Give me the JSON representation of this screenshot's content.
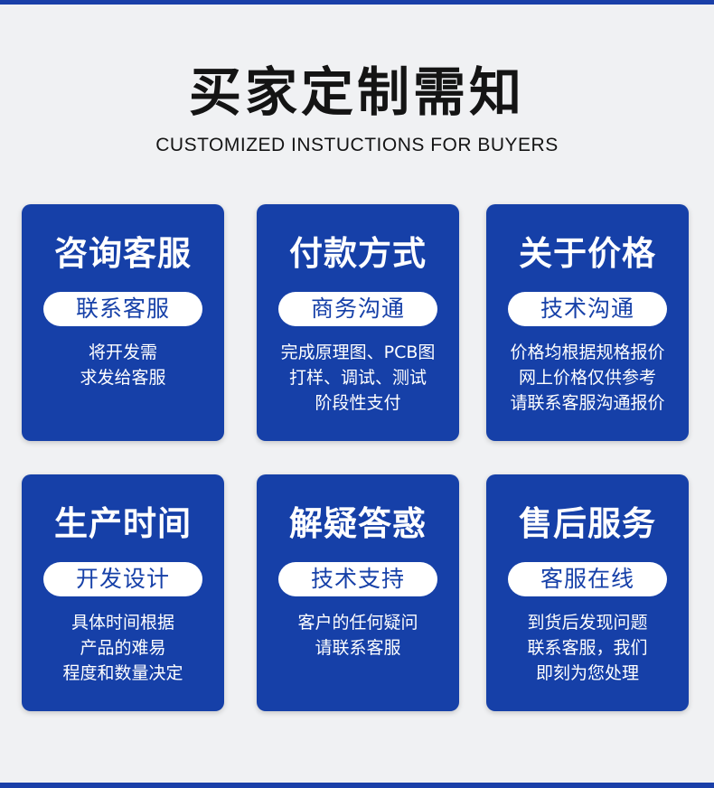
{
  "header": {
    "title": "买家定制需知",
    "subtitle": "CUSTOMIZED INSTUCTIONS FOR BUYERS"
  },
  "colors": {
    "card_blue": "#1640a8",
    "bar_blue": "#1a3fa8",
    "background": "#f0f1f3"
  },
  "cards": [
    {
      "title": "咨询客服",
      "button": "联系客服",
      "lines": [
        "将开发需",
        "求发给客服"
      ]
    },
    {
      "title": "付款方式",
      "button": "商务沟通",
      "lines": [
        "完成原理图、PCB图",
        "打样、调试、测试",
        "阶段性支付"
      ]
    },
    {
      "title": "关于价格",
      "button": "技术沟通",
      "lines": [
        "价格均根据规格报价",
        "网上价格仅供参考",
        "请联系客服沟通报价"
      ]
    },
    {
      "title": "生产时间",
      "button": "开发设计",
      "lines": [
        "具体时间根据",
        "产品的难易",
        "程度和数量决定"
      ]
    },
    {
      "title": "解疑答惑",
      "button": "技术支持",
      "lines": [
        "客户的任何疑问",
        "请联系客服"
      ]
    },
    {
      "title": "售后服务",
      "button": "客服在线",
      "lines": [
        "到货后发现问题",
        "联系客服，我们",
        "即刻为您处理"
      ]
    }
  ]
}
